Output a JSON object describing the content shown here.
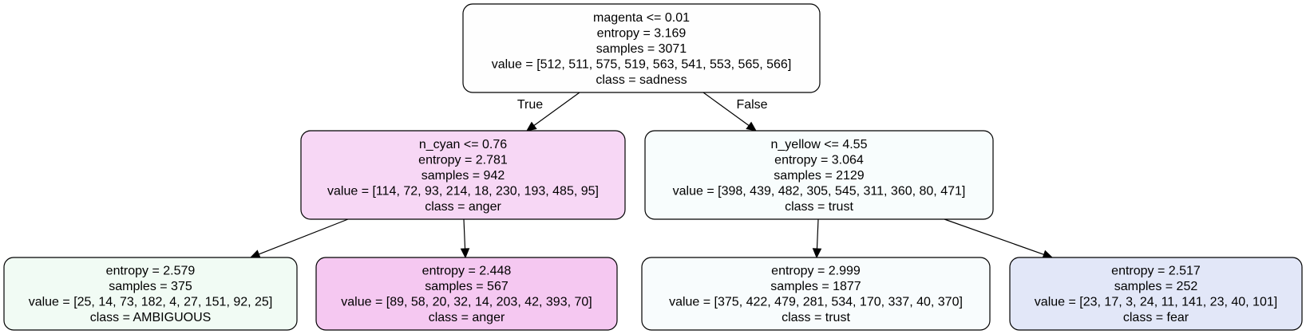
{
  "nodes": [
    {
      "id": "root",
      "fill": "#fefefe",
      "lines": [
        "magenta <= 0.01",
        "entropy = 3.169",
        "samples = 3071",
        "value = [512, 511, 575, 519, 563, 541, 553, 565, 566]",
        "class = sadness"
      ]
    },
    {
      "id": "n1",
      "fill": "#f7d7f5",
      "lines": [
        "n_cyan <= 0.76",
        "entropy = 2.781",
        "samples = 942",
        "value = [114, 72, 93, 214, 18, 230, 193, 485, 95]",
        "class = anger"
      ]
    },
    {
      "id": "n2",
      "fill": "#f8fdfd",
      "lines": [
        "n_yellow <= 4.55",
        "entropy = 3.064",
        "samples = 2129",
        "value = [398, 439, 482, 305, 545, 311, 360, 80, 471]",
        "class = trust"
      ]
    },
    {
      "id": "n3",
      "fill": "#f1fbf4",
      "lines": [
        "entropy = 2.579",
        "samples = 375",
        "value = [25, 14, 73, 182, 4, 27, 151, 92, 25]",
        "class = AMBIGUOUS"
      ]
    },
    {
      "id": "n4",
      "fill": "#f5c8f1",
      "lines": [
        "entropy = 2.448",
        "samples = 567",
        "value = [89, 58, 20, 32, 14, 203, 42, 393, 70]",
        "class = anger"
      ]
    },
    {
      "id": "n5",
      "fill": "#f8fcfd",
      "lines": [
        "entropy = 2.999",
        "samples = 1877",
        "value = [375, 422, 479, 281, 534, 170, 337, 40, 370]",
        "class = trust"
      ]
    },
    {
      "id": "n6",
      "fill": "#e2e7f8",
      "lines": [
        "entropy = 2.517",
        "samples = 252",
        "value = [23, 17, 3, 24, 11, 141, 23, 40, 101]",
        "class = fear"
      ]
    }
  ],
  "edges": [
    {
      "from": "root",
      "to": "n1",
      "label": "True"
    },
    {
      "from": "root",
      "to": "n2",
      "label": "False"
    },
    {
      "from": "n1",
      "to": "n3",
      "label": ""
    },
    {
      "from": "n1",
      "to": "n4",
      "label": ""
    },
    {
      "from": "n2",
      "to": "n5",
      "label": ""
    },
    {
      "from": "n2",
      "to": "n6",
      "label": ""
    }
  ]
}
